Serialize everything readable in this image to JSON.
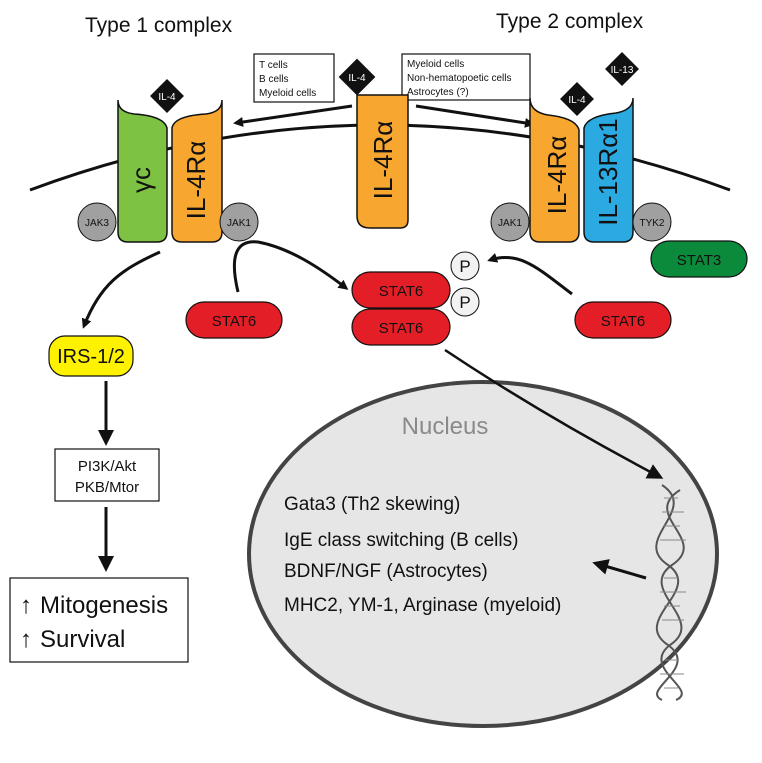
{
  "titles": {
    "type1": "Type 1 complex",
    "type2": "Type 2 complex"
  },
  "cell_types": {
    "type1": [
      "T cells",
      "B cells",
      "Myeloid cells"
    ],
    "type2": [
      "Myeloid cells",
      "Non-hematopoetic cells",
      "Astrocytes (?)"
    ]
  },
  "ligands": {
    "il4_type1": "IL-4",
    "il4_center": "IL-4",
    "il4_type2": "IL-4",
    "il13": "IL-13"
  },
  "receptors": {
    "gamma_c": "γc",
    "il4ra_type1": "IL-4Rα",
    "il4ra_center": "IL-4Rα",
    "il4ra_type2": "IL-4Rα",
    "il13ra1": "IL-13Rα1"
  },
  "kinases": {
    "jak3": "JAK3",
    "jak1_type1": "JAK1",
    "jak1_type2": "JAK1",
    "tyk2": "TYK2"
  },
  "stats": {
    "stat3": "STAT3",
    "stat6_left": "STAT6",
    "stat6_dimer_top": "STAT6",
    "stat6_dimer_bottom": "STAT6",
    "stat6_right": "STAT6",
    "phospho_top": "P",
    "phospho_bottom": "P"
  },
  "signaling": {
    "irs": "IRS-1/2",
    "pi3k_line1": "PI3K/Akt",
    "pi3k_line2": "PKB/Mtor",
    "outcome_arrow": "↑",
    "outcome1": "Mitogenesis",
    "outcome2": "Survival"
  },
  "nucleus": {
    "label": "Nucleus",
    "genes": [
      "Gata3 (Th2 skewing)",
      "IgE class switching (B cells)",
      "BDNF/NGF (Astrocytes)",
      "MHC2, YM-1, Arginase (myeloid)"
    ]
  },
  "colors": {
    "gamma_c": "#7dc242",
    "il4ra": "#f7a630",
    "il13ra1": "#2aaae1",
    "stat6": "#e41e26",
    "stat3": "#0c8a3c",
    "irs": "#fff200",
    "jak": "#a0a0a0",
    "nucleus": "#e6e6e6"
  }
}
